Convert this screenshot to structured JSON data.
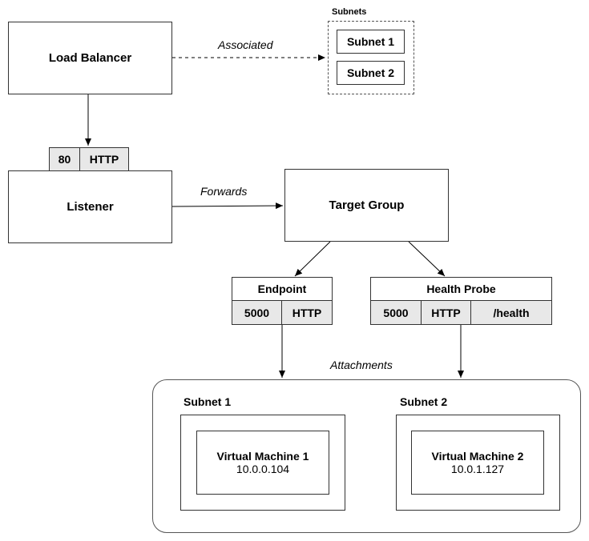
{
  "load_balancer": {
    "label": "Load Balancer"
  },
  "subnets_group": {
    "title": "Subnets",
    "items": [
      "Subnet 1",
      "Subnet 2"
    ]
  },
  "associated_label": "Associated",
  "listener": {
    "label": "Listener",
    "port": "80",
    "protocol": "HTTP"
  },
  "forwards_label": "Forwards",
  "target_group": {
    "label": "Target Group"
  },
  "endpoint": {
    "title": "Endpoint",
    "port": "5000",
    "protocol": "HTTP"
  },
  "health_probe": {
    "title": "Health Probe",
    "port": "5000",
    "protocol": "HTTP",
    "path": "/health"
  },
  "attachments_label": "Attachments",
  "attachments": [
    {
      "subnet": "Subnet 1",
      "vm_name": "Virtual Machine 1",
      "vm_ip": "10.0.0.104"
    },
    {
      "subnet": "Subnet 2",
      "vm_name": "Virtual Machine 2",
      "vm_ip": "10.0.1.127"
    }
  ]
}
